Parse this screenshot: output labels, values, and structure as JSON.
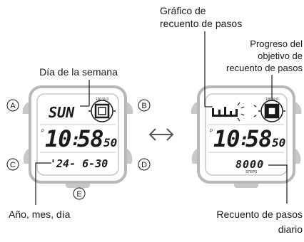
{
  "labels": {
    "day_of_week": "Día de la semana",
    "graph_line1": "Gráfico de",
    "graph_line2": "recuento de pasos",
    "goal_line1": "Progreso del",
    "goal_line2": "objetivo de",
    "goal_line3": "recuento de pasos",
    "date_label": "Año, mes, día",
    "daily_line1": "Recuento de pasos",
    "daily_line2": "diario"
  },
  "buttons": {
    "a": "A",
    "b": "B",
    "c": "C",
    "d": "D",
    "e": "E"
  },
  "watch_left": {
    "day": "SUN",
    "pm": "P",
    "hours": "10",
    "minutes": "58",
    "seconds": "50",
    "date": "'24- 6-30",
    "ring_top": "100 % 0"
  },
  "watch_right": {
    "pm": "P",
    "hours": "10",
    "minutes": "58",
    "seconds": "50",
    "steps": "8000",
    "steps_unit": "STEPS",
    "ring_top": "100 % 0"
  },
  "arrow": "↔"
}
